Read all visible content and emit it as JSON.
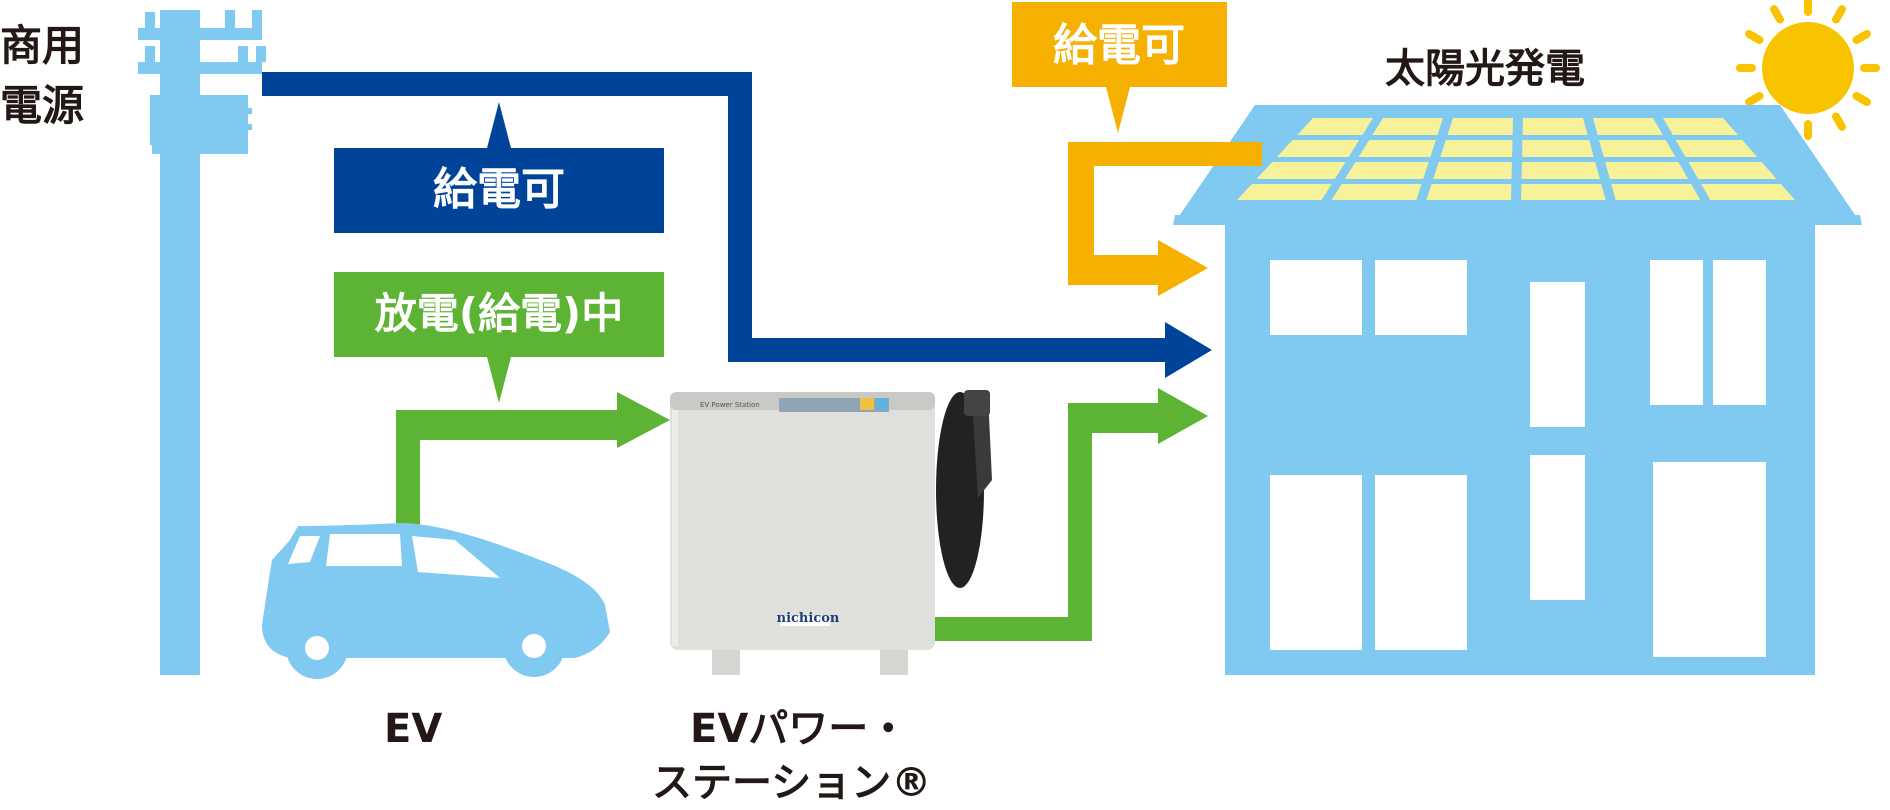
{
  "labels": {
    "grid": [
      "商用",
      "電源"
    ],
    "solar": "太陽光発電",
    "ev": "EV",
    "station": [
      "EVパワー・",
      "ステーション®"
    ]
  },
  "badges": {
    "grid_status": "給電可",
    "ev_status": "放電(給電)中",
    "solar_status": "給電可"
  },
  "device": {
    "brand": "nichicon",
    "panel_text": "EV Power Station"
  },
  "colors": {
    "grid_line": "#00449a",
    "ev_line": "#5db333",
    "solar_line": "#f5b000",
    "house": "#80c9f0",
    "panel": "#f7f29a",
    "sun": "#f8c400"
  }
}
